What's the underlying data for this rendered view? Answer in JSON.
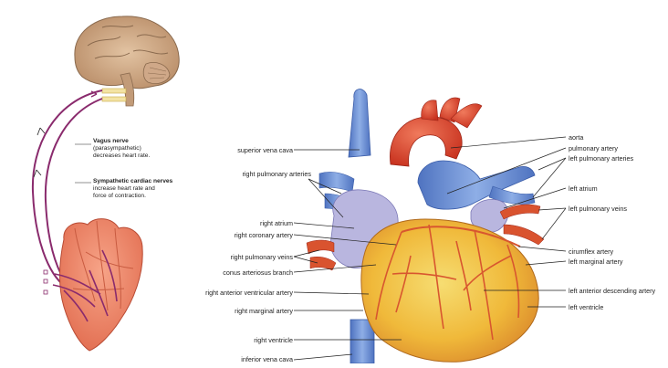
{
  "left_diagram": {
    "vagus": {
      "title": "Vagus nerve",
      "line1": "(parasympathetic)",
      "line2": "decreases heart rate."
    },
    "sympathetic": {
      "title": "Sympathetic cardiac nerves",
      "line1": "increase heart rate and",
      "line2": "force of contraction."
    }
  },
  "labels_left": {
    "superior_vena_cava": "superior vena cava",
    "right_pulmonary_arteries": "right pulmonary arteries",
    "right_atrium": "right atrium",
    "right_coronary_artery": "right coronary artery",
    "right_pulmonary_veins": "right pulmonary veins",
    "conus_arteriosus_branch": "conus arteriosus branch",
    "right_anterior_ventricular_artery": "right anterior ventricular artery",
    "right_marginal_artery": "right marginal artery",
    "right_ventricle": "right ventricle",
    "inferior_vena_cava": "inferior vena cava"
  },
  "labels_right": {
    "aorta": "aorta",
    "pulmonary_artery": "pulmonary artery",
    "left_pulmonary_arteries": "left pulmonary arteries",
    "left_atrium": "left atrium",
    "left_pulmonary_veins": "left pulmonary veins",
    "circumflex_artery": "cirumflex artery",
    "left_marginal_artery": "left marginal artery",
    "left_anterior_descending_artery": "left anterior descending artery",
    "left_ventricle": "left ventricle"
  },
  "colors": {
    "brain": "#c9a27e",
    "nerve": "#8a2b6d",
    "heart_small": "#f08a6c",
    "aorta": "#d9412b",
    "vein_blue": "#6a8fd0",
    "heart_yellow": "#f2c531",
    "atrium_lavender": "#b9b6df"
  }
}
